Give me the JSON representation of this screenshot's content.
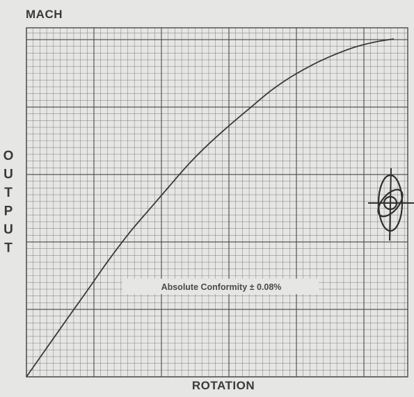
{
  "chart_data": {
    "type": "line",
    "title": "MACH",
    "xlabel": "ROTATION",
    "ylabel": "OUTPUT",
    "annotation": "Absolute Conformity ± 0.08%",
    "grid": true,
    "xlim": [
      0,
      1
    ],
    "ylim": [
      0,
      1
    ],
    "series": [
      {
        "values": [
          [
            0.0,
            0.0
          ],
          [
            0.05,
            0.086
          ],
          [
            0.1,
            0.172
          ],
          [
            0.15,
            0.257
          ],
          [
            0.2,
            0.343
          ],
          [
            0.25,
            0.423
          ],
          [
            0.3,
            0.494
          ],
          [
            0.35,
            0.564
          ],
          [
            0.4,
            0.633
          ],
          [
            0.45,
            0.693
          ],
          [
            0.5,
            0.747
          ],
          [
            0.55,
            0.798
          ],
          [
            0.6,
            0.848
          ],
          [
            0.65,
            0.889
          ],
          [
            0.7,
            0.923
          ],
          [
            0.75,
            0.951
          ],
          [
            0.8,
            0.974
          ],
          [
            0.85,
            0.99
          ],
          [
            0.9,
            1.0
          ]
        ]
      }
    ],
    "colors": {
      "background": "#e6e6e4",
      "grid": "#4a4a4a",
      "curve": "#3a3a3a"
    },
    "logo_icon": "ellipse-crosshair-icon"
  }
}
